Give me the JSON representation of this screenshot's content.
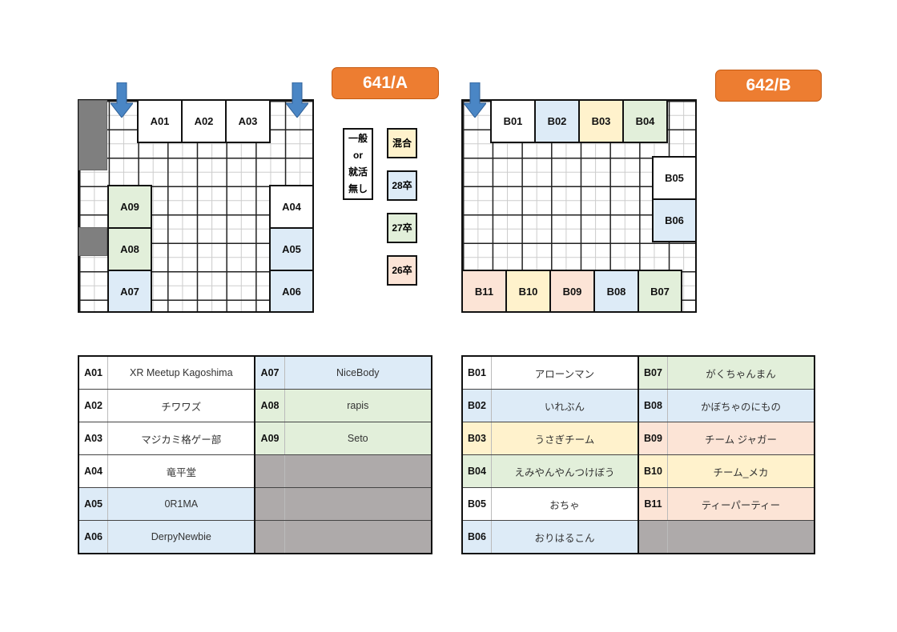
{
  "colors": {
    "mixed": "#fff2cc",
    "y28": "#ddebf7",
    "y27": "#e2efda",
    "y26": "#fce4d6",
    "general": "#ffffff",
    "empty": "#aeaaaa",
    "room_label": "#ed7d31",
    "arrow": "#4a86c5"
  },
  "rooms": {
    "a": "641/A",
    "b": "642/B"
  },
  "legend": {
    "general": [
      "一般",
      "or",
      "就活",
      "無し"
    ],
    "mixed": "混合",
    "y28": "28卒",
    "y27": "27卒",
    "y26": "26卒"
  },
  "booths_a": {
    "A01": "A01",
    "A02": "A02",
    "A03": "A03",
    "A04": "A04",
    "A05": "A05",
    "A06": "A06",
    "A07": "A07",
    "A08": "A08",
    "A09": "A09"
  },
  "booths_b": {
    "B01": "B01",
    "B02": "B02",
    "B03": "B03",
    "B04": "B04",
    "B05": "B05",
    "B06": "B06",
    "B07": "B07",
    "B08": "B08",
    "B09": "B09",
    "B10": "B10",
    "B11": "B11"
  },
  "table_a": [
    {
      "code": "A01",
      "name": "XR Meetup Kagoshima",
      "cat": "general"
    },
    {
      "code": "A02",
      "name": "チワワズ",
      "cat": "general"
    },
    {
      "code": "A03",
      "name": "マジカミ格ゲー部",
      "cat": "general"
    },
    {
      "code": "A04",
      "name": "竜平堂",
      "cat": "general"
    },
    {
      "code": "A05",
      "name": "0R1MA",
      "cat": "y28"
    },
    {
      "code": "A06",
      "name": "DerpyNewbie",
      "cat": "y28"
    },
    {
      "code": "A07",
      "name": "NiceBody",
      "cat": "y28"
    },
    {
      "code": "A08",
      "name": "rapis",
      "cat": "y27"
    },
    {
      "code": "A09",
      "name": "Seto",
      "cat": "y27"
    }
  ],
  "table_b": [
    {
      "code": "B01",
      "name": "アローンマン",
      "cat": "general"
    },
    {
      "code": "B02",
      "name": "いれぶん",
      "cat": "y28"
    },
    {
      "code": "B03",
      "name": "うさぎチーム",
      "cat": "mixed"
    },
    {
      "code": "B04",
      "name": "えみやんやんつけぼう",
      "cat": "y27"
    },
    {
      "code": "B05",
      "name": "おちゃ",
      "cat": "general"
    },
    {
      "code": "B06",
      "name": "おりはるこん",
      "cat": "y28"
    },
    {
      "code": "B07",
      "name": "がくちゃんまん",
      "cat": "y27"
    },
    {
      "code": "B08",
      "name": "かぼちゃのにもの",
      "cat": "y28"
    },
    {
      "code": "B09",
      "name": "チーム ジャガー",
      "cat": "y26"
    },
    {
      "code": "B10",
      "name": "チーム_メカ",
      "cat": "mixed"
    },
    {
      "code": "B11",
      "name": "ティーパーティー",
      "cat": "y26"
    }
  ]
}
